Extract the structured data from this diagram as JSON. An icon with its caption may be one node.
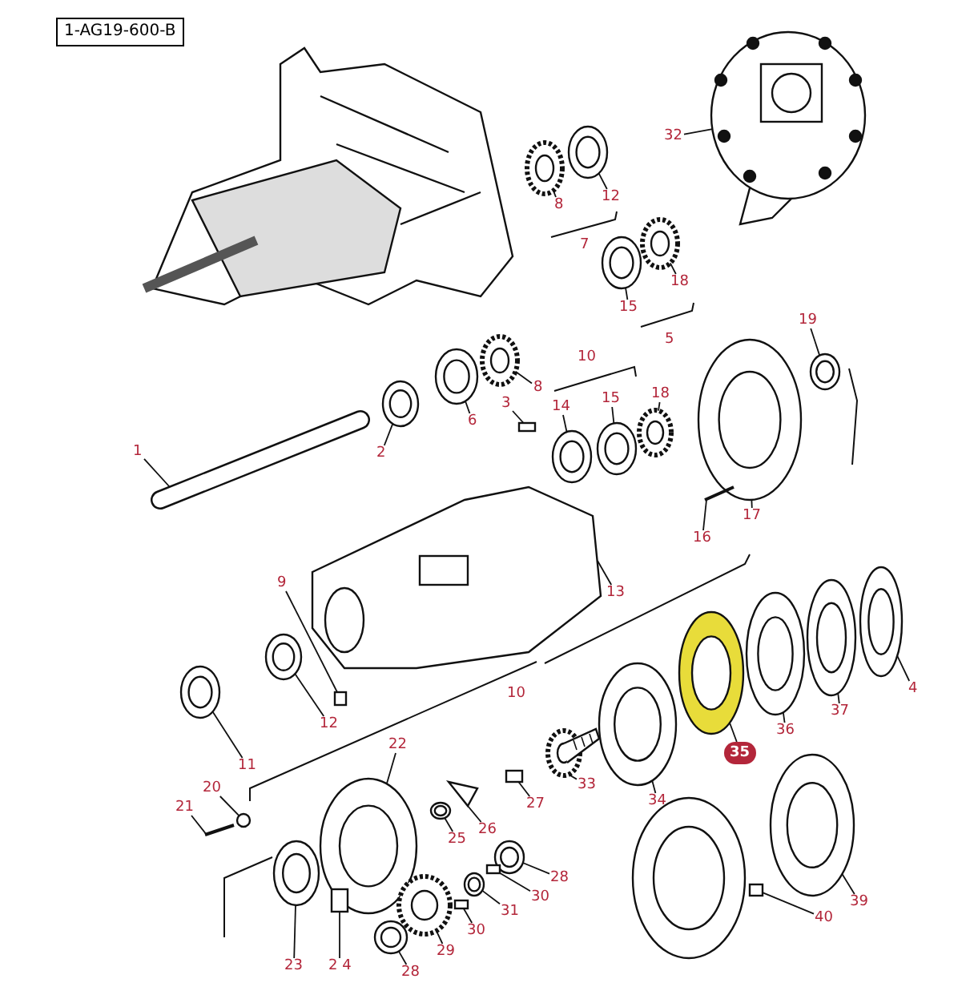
{
  "diagram": {
    "nodes": [
      {
        "text": [
          "1-AG19-600-B"
        ]
      },
      {
        "text": [
          "32"
        ]
      },
      {
        "text": [
          "12"
        ]
      },
      {
        "text": [
          "8"
        ]
      },
      {
        "text": [
          "7"
        ]
      },
      {
        "text": [
          "18"
        ]
      },
      {
        "text": [
          "15"
        ]
      },
      {
        "text": [
          "5"
        ]
      },
      {
        "text": [
          "19"
        ]
      },
      {
        "text": [
          "8"
        ]
      },
      {
        "text": [
          "10"
        ]
      },
      {
        "text": [
          "3"
        ]
      },
      {
        "text": [
          "18"
        ]
      },
      {
        "text": [
          "6"
        ]
      },
      {
        "text": [
          "14"
        ]
      },
      {
        "text": [
          "15"
        ]
      },
      {
        "text": [
          "1"
        ]
      },
      {
        "text": [
          "2"
        ]
      },
      {
        "text": [
          "17"
        ]
      },
      {
        "text": [
          "16"
        ]
      },
      {
        "text": [
          "13"
        ]
      },
      {
        "text": [
          "9"
        ]
      },
      {
        "text": [
          "4"
        ]
      },
      {
        "text": [
          "10"
        ]
      },
      {
        "text": [
          "37"
        ]
      },
      {
        "text": [
          "36"
        ]
      },
      {
        "text": [
          "35"
        ]
      },
      {
        "text": [
          "12"
        ]
      },
      {
        "text": [
          "11"
        ]
      },
      {
        "text": [
          "22"
        ]
      },
      {
        "text": [
          "34"
        ]
      },
      {
        "text": [
          "33"
        ]
      },
      {
        "text": [
          "20"
        ]
      },
      {
        "text": [
          "27"
        ]
      },
      {
        "text": [
          "21"
        ]
      },
      {
        "text": [
          "26"
        ]
      },
      {
        "text": [
          "25"
        ]
      },
      {
        "text": [
          "28"
        ]
      },
      {
        "text": [
          "30"
        ]
      },
      {
        "text": [
          "39"
        ]
      },
      {
        "text": [
          "31"
        ]
      },
      {
        "text": [
          "40"
        ]
      },
      {
        "text": [
          "30"
        ]
      },
      {
        "text": [
          "29"
        ]
      },
      {
        "text": [
          "23"
        ]
      },
      {
        "text": [
          "2 4"
        ]
      },
      {
        "text": [
          "28"
        ]
      },
      {
        "text": [],
        "shape": "picture"
      },
      {
        "text": [],
        "shape": "picture"
      },
      {
        "text": [],
        "shape": "picture"
      },
      {
        "text": [],
        "shape": "picture"
      },
      {
        "text": [],
        "shape": "picture"
      },
      {
        "text": [],
        "shape": "picture"
      },
      {
        "text": [],
        "shape": "picture"
      },
      {
        "text": [],
        "shape": "box"
      },
      {
        "text": [],
        "shape": "picture"
      },
      {
        "text": [],
        "shape": "picture"
      },
      {
        "text": [],
        "shape": "picture"
      },
      {
        "text": [],
        "shape": "picture"
      },
      {
        "text": [],
        "shape": "picture"
      },
      {
        "text": [],
        "shape": "picture"
      },
      {
        "text": [],
        "shape": "picture"
      },
      {
        "text": [],
        "shape": "picture"
      },
      {
        "text": [],
        "shape": "picture"
      },
      {
        "text": [],
        "shape": "box"
      },
      {
        "text": [],
        "shape": "picture"
      },
      {
        "text": [],
        "shape": "picture"
      },
      {
        "text": [],
        "shape": "picture"
      },
      {
        "text": [],
        "shape": "picture"
      },
      {
        "text": [],
        "shape": "picture"
      },
      {
        "text": [],
        "shape": "picture"
      },
      {
        "text": [],
        "shape": "picture"
      },
      {
        "text": [],
        "shape": "picture"
      },
      {
        "text": [],
        "shape": "picture"
      },
      {
        "text": [],
        "shape": "circle"
      },
      {
        "text": [],
        "shape": "box"
      },
      {
        "text": [],
        "shape": "picture"
      },
      {
        "text": [],
        "shape": "picture"
      },
      {
        "text": [],
        "shape": "picture"
      },
      {
        "text": [],
        "shape": "picture"
      },
      {
        "text": [],
        "shape": "box"
      },
      {
        "text": [],
        "shape": "picture"
      },
      {
        "text": [],
        "shape": "picture"
      },
      {
        "text": [],
        "shape": "box"
      },
      {
        "text": [],
        "shape": "box"
      },
      {
        "text": [],
        "shape": "picture"
      },
      {
        "text": [],
        "shape": "picture"
      },
      {
        "text": [],
        "shape": "box"
      },
      {
        "text": [],
        "shape": "picture"
      }
    ],
    "edges": [
      {
        "from": 1,
        "to": 47,
        "arrow": "none"
      },
      {
        "from": 2,
        "to": 48,
        "arrow": "none"
      },
      {
        "from": 3,
        "to": 49,
        "arrow": "none"
      },
      {
        "from": 5,
        "to": 50,
        "arrow": "none"
      },
      {
        "from": 6,
        "to": 51,
        "arrow": "none"
      },
      {
        "from": 8,
        "to": 52,
        "arrow": "none"
      },
      {
        "from": 9,
        "to": 53,
        "arrow": "none"
      },
      {
        "from": 11,
        "to": 54,
        "arrow": "none"
      },
      {
        "from": 12,
        "to": 55,
        "arrow": "none"
      },
      {
        "from": 13,
        "to": 56,
        "arrow": "none"
      },
      {
        "from": 14,
        "to": 57,
        "arrow": "none"
      },
      {
        "from": 15,
        "to": 58,
        "arrow": "none"
      },
      {
        "from": 16,
        "to": 59,
        "arrow": "none"
      },
      {
        "from": 17,
        "to": 60,
        "arrow": "none"
      },
      {
        "from": 18,
        "to": 61,
        "arrow": "none"
      },
      {
        "from": 19,
        "to": 62,
        "arrow": "none"
      },
      {
        "from": 20,
        "to": 63,
        "arrow": "none"
      },
      {
        "from": 21,
        "to": 64,
        "arrow": "none"
      },
      {
        "from": 22,
        "to": 65,
        "arrow": "none"
      },
      {
        "from": 24,
        "to": 66,
        "arrow": "none"
      },
      {
        "from": 25,
        "to": 67,
        "arrow": "none"
      },
      {
        "from": 26,
        "to": 68,
        "arrow": "none"
      },
      {
        "from": 27,
        "to": 69,
        "arrow": "none"
      },
      {
        "from": 28,
        "to": 70,
        "arrow": "none"
      },
      {
        "from": 29,
        "to": 71,
        "arrow": "none"
      },
      {
        "from": 30,
        "to": 72,
        "arrow": "none"
      },
      {
        "from": 31,
        "to": 73,
        "arrow": "none"
      },
      {
        "from": 32,
        "to": 74,
        "arrow": "none"
      },
      {
        "from": 33,
        "to": 75,
        "arrow": "none"
      },
      {
        "from": 34,
        "to": 76,
        "arrow": "none"
      },
      {
        "from": 35,
        "to": 77,
        "arrow": "none"
      },
      {
        "from": 36,
        "to": 78,
        "arrow": "none"
      },
      {
        "from": 37,
        "to": 79,
        "arrow": "none"
      },
      {
        "from": 38,
        "to": 80,
        "arrow": "none"
      },
      {
        "from": 39,
        "to": 81,
        "arrow": "none"
      },
      {
        "from": 40,
        "to": 82,
        "arrow": "none"
      },
      {
        "from": 41,
        "to": 83,
        "arrow": "none"
      },
      {
        "from": 42,
        "to": 84,
        "arrow": "none"
      },
      {
        "from": 43,
        "to": 85,
        "arrow": "none"
      },
      {
        "from": 44,
        "to": 86,
        "arrow": "none"
      },
      {
        "from": 45,
        "to": 87,
        "arrow": "none"
      },
      {
        "from": 46,
        "to": 88,
        "arrow": "none"
      }
    ]
  }
}
